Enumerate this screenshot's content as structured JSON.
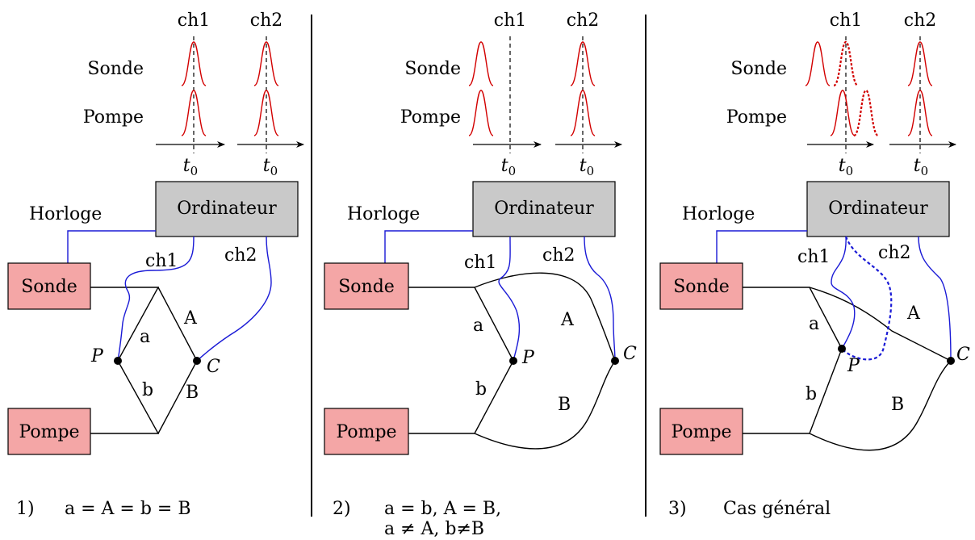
{
  "panels": [
    {
      "channels": [
        "ch1",
        "ch2"
      ],
      "rows": [
        "Sonde",
        "Pompe"
      ],
      "t0": "t",
      "t0_sub": "0",
      "computer": "Ordinateur",
      "clock": "Horloge",
      "probe": "Sonde",
      "pump": "Pompe",
      "wire_ch1": "ch1",
      "wire_ch2": "ch2",
      "branch_a": "a",
      "branch_A": "A",
      "branch_b": "b",
      "branch_B": "B",
      "point_P": "P",
      "point_C": "C",
      "caption_num": "1)",
      "caption_line1": "a = A = b = B",
      "caption_line2": ""
    },
    {
      "channels": [
        "ch1",
        "ch2"
      ],
      "rows": [
        "Sonde",
        "Pompe"
      ],
      "t0": "t",
      "t0_sub": "0",
      "computer": "Ordinateur",
      "clock": "Horloge",
      "probe": "Sonde",
      "pump": "Pompe",
      "wire_ch1": "ch1",
      "wire_ch2": "ch2",
      "branch_a": "a",
      "branch_A": "A",
      "branch_b": "b",
      "branch_B": "B",
      "point_P": "P",
      "point_C": "C",
      "caption_num": "2)",
      "caption_line1": "a = b, A = B,",
      "caption_line2": "a ≠ A, b≠B"
    },
    {
      "channels": [
        "ch1",
        "ch2"
      ],
      "rows": [
        "Sonde",
        "Pompe"
      ],
      "t0": "t",
      "t0_sub": "0",
      "computer": "Ordinateur",
      "clock": "Horloge",
      "probe": "Sonde",
      "pump": "Pompe",
      "wire_ch1": "ch1",
      "wire_ch2": "ch2",
      "branch_a": "a",
      "branch_A": "A",
      "branch_b": "b",
      "branch_B": "B",
      "point_P": "P",
      "point_C": "C",
      "caption_num": "3)",
      "caption_line1": "Cas général",
      "caption_line2": ""
    }
  ],
  "colors": {
    "pulse": "#d20000",
    "signal_wire": "#1a1ad6",
    "computer_box": "#c9c9c9",
    "laser_box": "#f4a6a6"
  }
}
